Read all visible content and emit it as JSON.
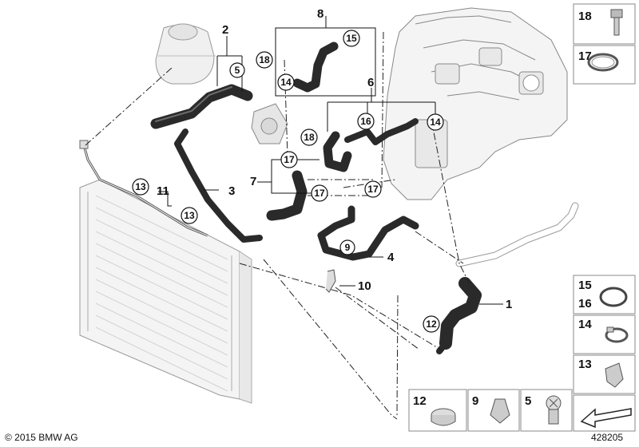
{
  "diagram": {
    "part_labels": [
      "1",
      "2",
      "3",
      "4",
      "6",
      "7",
      "8",
      "10",
      "11"
    ],
    "callouts": {
      "c5": "5",
      "c9": "9",
      "c12": "12",
      "c13a": "13",
      "c13b": "13",
      "c14a": "14",
      "c14b": "14",
      "c15": "15",
      "c16": "16",
      "c17a": "17",
      "c17b": "17",
      "c17c": "17",
      "c18a": "18",
      "c18b": "18"
    }
  },
  "legend": {
    "right": [
      {
        "label": "18",
        "icon": "bolt-icon"
      },
      {
        "label": "17",
        "icon": "spring-clamp-icon"
      },
      {
        "label": "15\n16",
        "icon": "o-ring-icon"
      },
      {
        "label": "14",
        "icon": "hose-clamp-icon"
      },
      {
        "label": "13",
        "icon": "clip-icon"
      },
      {
        "label": "",
        "icon": "arrow-icon"
      }
    ],
    "bottom": [
      {
        "label": "12",
        "icon": "clamp-ring-icon"
      },
      {
        "label": "9",
        "icon": "holder-icon"
      },
      {
        "label": "5",
        "icon": "bleed-screw-icon"
      }
    ]
  },
  "footer": {
    "copyright": "© 2015 BMW AG",
    "diagram_number": "428205"
  }
}
